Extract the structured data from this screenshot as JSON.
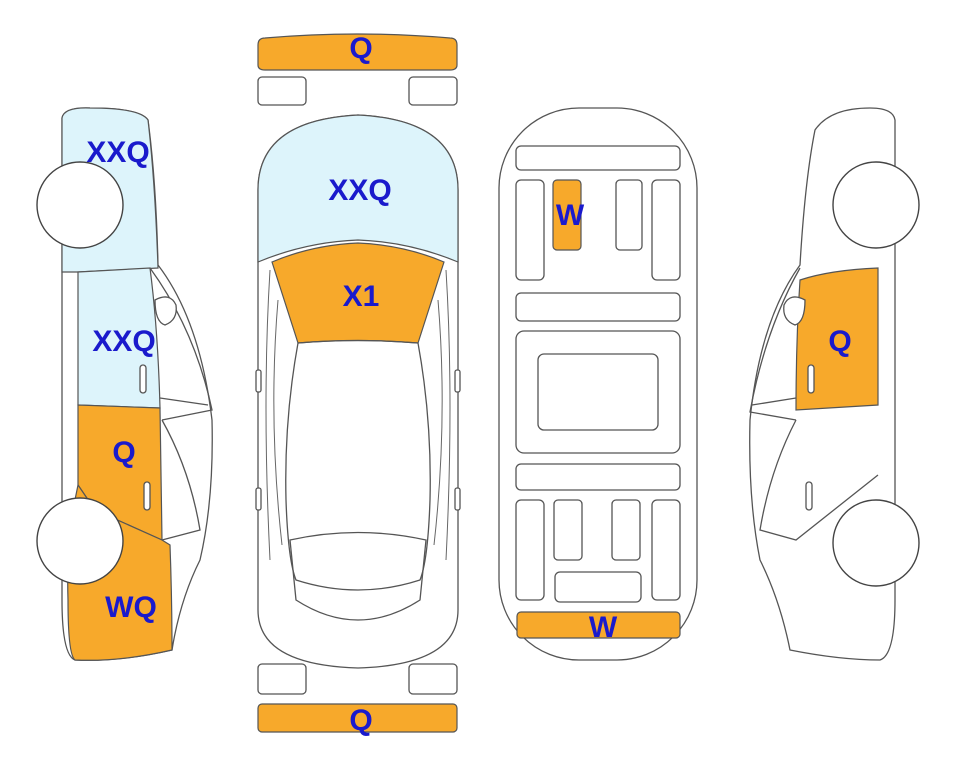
{
  "colors": {
    "orange": "#F7A92B",
    "light_blue": "#DDF4FB",
    "label": "#1A1ACC",
    "outline": "#555555"
  },
  "labels": {
    "front_bumper": "Q",
    "rear_bumper": "Q",
    "windshield": "XXQ",
    "hood": "X1",
    "trunk_panel": "W",
    "rear_sill": "W",
    "left_roof": "XXQ",
    "left_front_door_window": "XXQ",
    "left_front_door": "Q",
    "left_front_fender": "WQ",
    "right_door": "Q"
  }
}
